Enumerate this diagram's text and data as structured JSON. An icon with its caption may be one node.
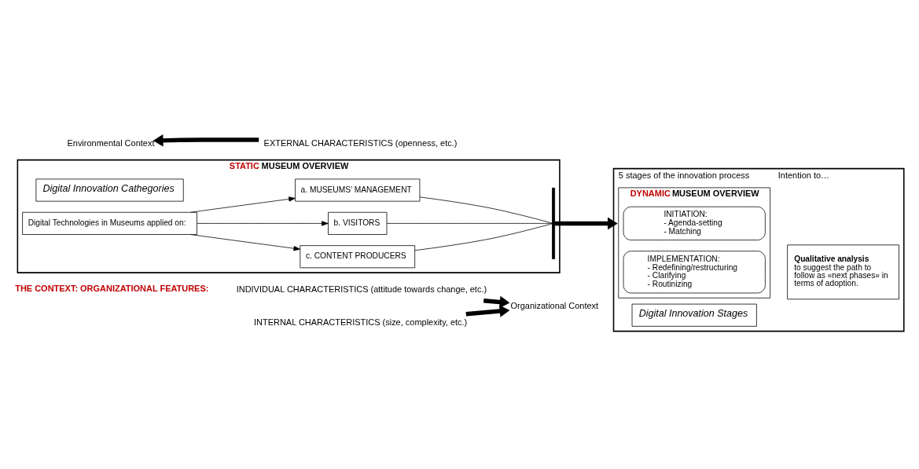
{
  "diagram": {
    "nodes": [
      {
        "text": [
          "INDIVIDUAL CHARACTERISTICS (attitude towards change, etc.)"
        ]
      },
      {
        "text": [
          "INTERNAL CHARACTERISTICS (size, complexity, etc.)"
        ]
      },
      {
        "text": [
          "EXTERNAL CHARACTERISTICS (openness, etc.)"
        ]
      },
      {
        "text": [
          "Organizational Context"
        ]
      },
      {
        "text": [
          "Environmental Context"
        ]
      },
      {
        "text": [
          "STATIC MUSEUM OVERVIEW"
        ]
      },
      {
        "text": [
          "Digital Technologies in Museums applied on:"
        ],
        "in": 5
      },
      {
        "text": [
          "a. MUSEUMS’ MANAGEMENT"
        ],
        "in": 5
      },
      {
        "text": [
          "b. VISITORS"
        ],
        "in": 5
      },
      {
        "text": [
          "c. CONTENT PRODUCERS"
        ],
        "in": 5
      },
      {
        "text": [
          "Digital Innovation Cathegories"
        ],
        "in": 5
      },
      {
        "text": [
          "5 stages of the innovation process",
          "Intention to…"
        ]
      },
      {
        "text": [
          "DYNAMIC MUSEUM OVERVIEW"
        ],
        "in": 11
      },
      {
        "text": [
          "INITIATION:",
          "- Agenda-setting",
          "- Matching"
        ],
        "in": 12
      },
      {
        "text": [
          "IMPLEMENTATION:",
          "- Redefining/restructuring",
          "- Clarifying",
          "- Routinizing"
        ],
        "in": 12
      },
      {
        "text": [
          "Qualitative analysis",
          "to suggest the path to follow as «next phases» in terms of adoption."
        ],
        "in": 11
      },
      {
        "text": [
          "Digital Innovation Stages"
        ],
        "in": 11
      },
      {
        "text": [],
        "shape": "bracket",
        "in": 5
      }
    ],
    "edges": [
      {
        "from": 0,
        "to": 3,
        "arrow": "to",
        "style": "thick"
      },
      {
        "from": 1,
        "to": 3,
        "arrow": "to",
        "style": "thick"
      },
      {
        "from": 2,
        "to": 4,
        "arrow": "to",
        "style": "thick"
      },
      {
        "from": 6,
        "to": 7,
        "arrow": "to"
      },
      {
        "from": 6,
        "to": 8,
        "arrow": "to"
      },
      {
        "from": 6,
        "to": 9,
        "arrow": "to"
      },
      {
        "from": 7,
        "to": 17,
        "arrow": "none"
      },
      {
        "from": 8,
        "to": 17,
        "arrow": "none"
      },
      {
        "from": 9,
        "to": 17,
        "arrow": "none"
      },
      {
        "from": 17,
        "to": 11,
        "arrow": "to",
        "style": "thick"
      }
    ],
    "labels": [
      "THE CONTEXT: ORGANIZATIONAL FEATURES:"
    ]
  }
}
